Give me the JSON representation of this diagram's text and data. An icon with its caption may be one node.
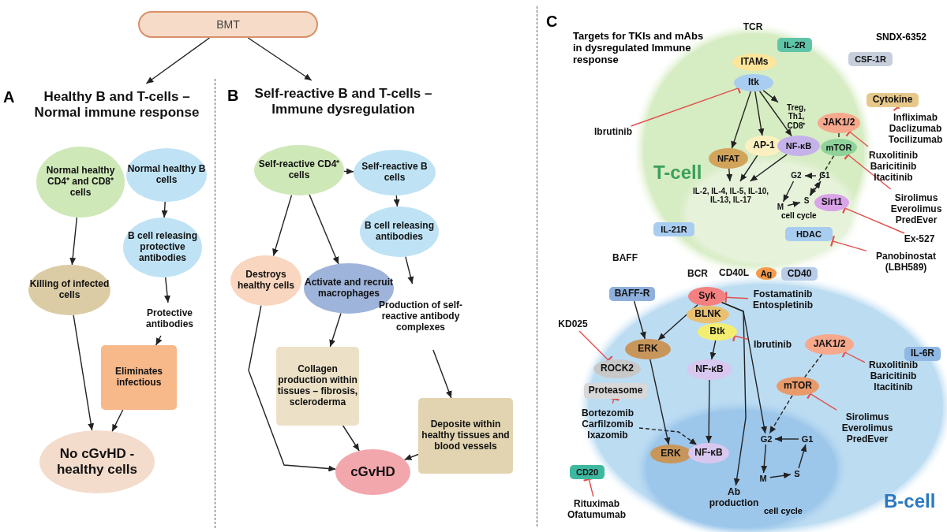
{
  "diagram": {
    "nodes": [
      {
        "text": [
          "BMT"
        ]
      },
      {
        "text": [
          "Healthy B and T-cells – Normal immune response"
        ]
      },
      {
        "text": [
          "Normal healthy CD4⁺ and CD8⁺ cells"
        ]
      },
      {
        "text": [
          "Normal healthy B cells"
        ]
      },
      {
        "text": [
          "B cell releasing protective antibodies"
        ]
      },
      {
        "text": [
          "Killing of infected cells"
        ]
      },
      {
        "text": [
          "Protective antibodies"
        ]
      },
      {
        "text": [
          "Eliminates infectious"
        ]
      },
      {
        "text": [
          "No cGvHD - healthy cells"
        ]
      },
      {
        "text": [
          "Self-reactive B and T-cells – Immune dysregulation"
        ]
      },
      {
        "text": [
          "Self-reactive CD4⁺ cells"
        ]
      },
      {
        "text": [
          "Self-reactive B cells"
        ]
      },
      {
        "text": [
          "B cell releasing antibodies"
        ]
      },
      {
        "text": [
          "Destroys healthy cells"
        ]
      },
      {
        "text": [
          "Activate and recruit macrophages"
        ]
      },
      {
        "text": [
          "Production of self-reactive antibody complexes"
        ]
      },
      {
        "text": [
          "Collagen production within tissues – fibrosis, scleroderma"
        ]
      },
      {
        "text": [
          "Deposite within healthy tissues and blood vessels"
        ]
      },
      {
        "text": [
          "cGvHD"
        ]
      },
      {
        "text": [
          "T-cell"
        ]
      },
      {
        "text": [
          "TCR"
        ]
      },
      {
        "text": [
          "ITAMs"
        ],
        "in": 19
      },
      {
        "text": [
          "Itk"
        ],
        "in": 19
      },
      {
        "text": [
          "IL-2R"
        ],
        "in": 19
      },
      {
        "text": [
          "CSF-1R"
        ]
      },
      {
        "text": [
          "Treg, Th1, CD8⁺"
        ],
        "in": 19
      },
      {
        "text": [
          "NFAT"
        ],
        "in": 19
      },
      {
        "text": [
          "AP-1"
        ],
        "in": 19
      },
      {
        "text": [
          "NF-κB"
        ],
        "in": 19
      },
      {
        "text": [
          "JAK1/2"
        ],
        "in": 19
      },
      {
        "text": [
          "mTOR"
        ],
        "in": 19
      },
      {
        "text": [],
        "shape": "circle",
        "in": 19
      },
      {
        "text": [
          "IL-2, IL-4, IL-5, IL-10, IL-13, IL-17"
        ],
        "in": 31
      },
      {
        "text": [
          "G2"
        ],
        "in": 31
      },
      {
        "text": [
          "G1"
        ],
        "in": 31
      },
      {
        "text": [
          "M"
        ],
        "in": 31
      },
      {
        "text": [
          "S"
        ],
        "in": 31
      },
      {
        "text": [
          "Sirt1"
        ],
        "in": 31
      },
      {
        "text": [
          "HDAC"
        ],
        "in": 31
      },
      {
        "text": [
          "IL-21R"
        ],
        "in": 19
      },
      {
        "text": [
          "Ibrutinib"
        ]
      },
      {
        "text": [
          "Cytokine"
        ]
      },
      {
        "text": [
          "Infliximab",
          "Daclizumab",
          "Tocilizumab"
        ]
      },
      {
        "text": [
          "Ruxolitinib",
          "Baricitinib",
          "Itacitinib"
        ]
      },
      {
        "text": [
          "Sirolimus",
          "Everolimus",
          "PredEver"
        ]
      },
      {
        "text": [
          "Ex-527"
        ]
      },
      {
        "text": [
          "Panobinostat (LBH589)"
        ]
      },
      {
        "text": [
          "CD40L"
        ]
      },
      {
        "text": [
          "Ag"
        ]
      },
      {
        "text": [
          "CD40"
        ]
      },
      {
        "text": [
          "BCR"
        ]
      },
      {
        "text": [
          "BAFF"
        ]
      },
      {
        "text": [
          "B-cell"
        ]
      },
      {
        "text": [
          "BAFF-R"
        ],
        "in": 52
      },
      {
        "text": [
          "Syk"
        ],
        "in": 52
      },
      {
        "text": [
          "BLNK"
        ],
        "in": 52
      },
      {
        "text": [
          "Btk"
        ],
        "in": 52
      },
      {
        "text": [
          "ERK"
        ],
        "in": 52
      },
      {
        "text": [
          "ROCK2"
        ],
        "in": 52
      },
      {
        "text": [
          "Proteasome"
        ],
        "in": 52
      },
      {
        "text": [
          "NF-κB"
        ],
        "in": 52
      },
      {
        "text": [
          "JAK1/2"
        ],
        "in": 52
      },
      {
        "text": [
          "IL-6R"
        ],
        "in": 52
      },
      {
        "text": [
          "mTOR"
        ],
        "in": 52
      },
      {
        "text": [],
        "shape": "circle",
        "in": 52
      },
      {
        "text": [
          "ERK"
        ],
        "in": 64
      },
      {
        "text": [
          "NF-κB"
        ],
        "in": 64
      },
      {
        "text": [
          "G2"
        ],
        "in": 64
      },
      {
        "text": [
          "G1"
        ],
        "in": 64
      },
      {
        "text": [
          "M"
        ],
        "in": 64
      },
      {
        "text": [
          "S"
        ],
        "in": 64
      },
      {
        "text": [
          "Ab production"
        ],
        "in": 64
      },
      {
        "text": [
          "CD20"
        ]
      },
      {
        "text": [
          "Fostamatinib",
          "Entospletinib"
        ],
        "in": 52
      },
      {
        "text": [
          "KD025"
        ]
      },
      {
        "text": [
          "Ibrutinib"
        ],
        "in": 52
      },
      {
        "text": [
          "Bortezomib",
          "Carfilzomib",
          "Ixazomib"
        ],
        "in": 52
      },
      {
        "text": [
          "Ruxolitinib",
          "Baricitinib",
          "Itacitinib"
        ],
        "in": 52
      },
      {
        "text": [
          "Sirolimus",
          "Everolimus",
          "PredEver"
        ],
        "in": 52
      },
      {
        "text": [
          "Rituximab",
          "Ofatumumab"
        ]
      }
    ],
    "edges": [
      {
        "from": 0,
        "to": 1,
        "arrow": "to"
      },
      {
        "from": 0,
        "to": 9,
        "arrow": "to"
      },
      {
        "from": 2,
        "to": 5,
        "arrow": "to"
      },
      {
        "from": 5,
        "to": 8,
        "arrow": "to"
      },
      {
        "from": 3,
        "to": 4,
        "arrow": "to"
      },
      {
        "from": 4,
        "to": 6,
        "arrow": "to"
      },
      {
        "from": 6,
        "to": 7,
        "arrow": "to"
      },
      {
        "from": 7,
        "to": 8,
        "arrow": "to"
      },
      {
        "from": 10,
        "to": 11,
        "arrow": "to"
      },
      {
        "from": 10,
        "to": 13,
        "arrow": "to"
      },
      {
        "from": 10,
        "to": 14,
        "arrow": "to"
      },
      {
        "from": 11,
        "to": 12,
        "arrow": "to"
      },
      {
        "from": 12,
        "to": 15,
        "arrow": "to"
      },
      {
        "from": 13,
        "to": 18,
        "arrow": "to"
      },
      {
        "from": 14,
        "to": 16,
        "arrow": "to"
      },
      {
        "from": 16,
        "to": 18,
        "arrow": "to"
      },
      {
        "from": 15,
        "to": 17,
        "arrow": "to"
      },
      {
        "from": 17,
        "to": 18,
        "arrow": "to"
      },
      {
        "from": 22,
        "to": 26,
        "arrow": "to"
      },
      {
        "from": 22,
        "to": 27,
        "arrow": "to"
      },
      {
        "from": 22,
        "to": 28,
        "arrow": "to"
      },
      {
        "from": 22,
        "to": 25,
        "arrow": "to"
      },
      {
        "from": 26,
        "to": 32,
        "arrow": "to"
      },
      {
        "from": 27,
        "to": 32,
        "arrow": "to"
      },
      {
        "from": 28,
        "to": 32,
        "arrow": "to"
      },
      {
        "from": 29,
        "to": 30,
        "arrow": "none",
        "style": "dashed"
      },
      {
        "from": 30,
        "to": 36,
        "arrow": "to",
        "style": "dashed"
      },
      {
        "from": 34,
        "to": 33,
        "arrow": "to"
      },
      {
        "from": 33,
        "to": 35,
        "arrow": "to"
      },
      {
        "from": 35,
        "to": 36,
        "arrow": "to"
      },
      {
        "from": 36,
        "to": 34,
        "arrow": "to"
      },
      {
        "from": 40,
        "to": 22,
        "arrow": "other",
        "color": "#e0504f"
      },
      {
        "from": 42,
        "to": 41,
        "arrow": "other",
        "color": "#e0504f"
      },
      {
        "from": 43,
        "to": 29,
        "arrow": "other",
        "color": "#e0504f"
      },
      {
        "from": 44,
        "to": 30,
        "arrow": "other",
        "color": "#e0504f"
      },
      {
        "from": 45,
        "to": 37,
        "arrow": "other",
        "color": "#e0504f"
      },
      {
        "from": 46,
        "to": 38,
        "arrow": "other",
        "color": "#e0504f"
      },
      {
        "from": 53,
        "to": 57,
        "arrow": "to"
      },
      {
        "from": 54,
        "to": 57,
        "arrow": "to"
      },
      {
        "from": 54,
        "to": 67,
        "arrow": "to"
      },
      {
        "from": 54,
        "to": 71,
        "arrow": "to"
      },
      {
        "from": 56,
        "to": 60,
        "arrow": "to"
      },
      {
        "from": 60,
        "to": 66,
        "arrow": "to"
      },
      {
        "from": 57,
        "to": 65,
        "arrow": "to"
      },
      {
        "from": 61,
        "to": 63,
        "arrow": "none",
        "style": "dashed"
      },
      {
        "from": 63,
        "to": 67,
        "arrow": "to",
        "style": "dashed"
      },
      {
        "from": 76,
        "to": 66,
        "arrow": "to",
        "style": "dashed"
      },
      {
        "from": 68,
        "to": 67,
        "arrow": "to"
      },
      {
        "from": 67,
        "to": 69,
        "arrow": "to"
      },
      {
        "from": 69,
        "to": 70,
        "arrow": "to"
      },
      {
        "from": 70,
        "to": 68,
        "arrow": "to"
      },
      {
        "from": 73,
        "to": 54,
        "arrow": "other",
        "color": "#e0504f"
      },
      {
        "from": 74,
        "to": 58,
        "arrow": "other",
        "color": "#e0504f"
      },
      {
        "from": 75,
        "to": 56,
        "arrow": "other",
        "color": "#e0504f"
      },
      {
        "from": 76,
        "to": 59,
        "arrow": "other",
        "color": "#e0504f"
      },
      {
        "from": 77,
        "to": 61,
        "arrow": "other",
        "color": "#e0504f"
      },
      {
        "from": 78,
        "to": 63,
        "arrow": "other",
        "color": "#e0504f"
      },
      {
        "from": 79,
        "to": 72,
        "arrow": "other",
        "color": "#e0504f"
      }
    ],
    "labels": [
      "A",
      "B",
      "C",
      "Targets for TKIs and mAbs in dysregulated Immune response",
      "SNDX-6352",
      "cell cycle",
      "cell cycle"
    ]
  }
}
